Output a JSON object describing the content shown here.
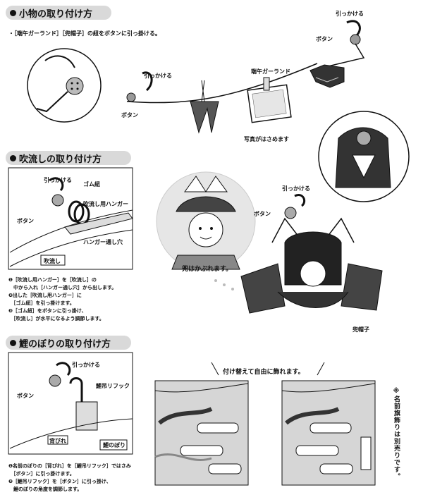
{
  "section1": {
    "header": "小物の取り付け方",
    "bullet": "・［端午ガーランド］［兜帽子］の紐をボタンに引っ掛ける。",
    "hook_label_top": "引っかける",
    "button_label_top": "ボタン",
    "hook_label_mid": "引っかける",
    "button_label_mid": "ボタン",
    "garland_label": "端午ガーランド",
    "photo_label": "写真がはさめます"
  },
  "section2": {
    "header": "吹流しの取り付け方",
    "hook_label": "引っかける",
    "rubber_label": "ゴム紐",
    "hanger_label": "吹流し用ハンガー",
    "button_label": "ボタン",
    "hole_label": "ハンガー通し穴",
    "streamer_label": "吹流し",
    "steps": [
      "❶［吹流し用ハンガー］を［吹流し］の",
      "　中から入れ［ハンガー通し穴］から出します。",
      "❷出した［吹流し用ハンガー］に",
      "　［ゴム紐］を引っ掛けます。",
      "❸［ゴム紐］をボタンに引っ掛け、",
      "　［吹流し］が水平になるよう調節します。"
    ]
  },
  "kabuto": {
    "hook_label": "引っかける",
    "button_label": "ボタン",
    "bubble_text": "兜はかぶれます。",
    "kabuto_label": "兜帽子"
  },
  "section3": {
    "header": "鯉のぼりの取り付け方",
    "hook_label": "引っかける",
    "button_label": "ボタン",
    "hook_part_label": "鯉吊リフック",
    "back_label": "背びれ",
    "carp_label": "鯉のぼり",
    "steps": [
      "❶名前のぼりの［背びれ］を［鯉吊リフック］ではさみ",
      "　［ボタン］に引っ掛けます。",
      "❷［鯉吊リフック］を［ボタン］に引っ掛け、",
      "　鯉のぼりの角度を調節します。"
    ]
  },
  "rearrange": {
    "caption": "付け替えて自由に飾れます。",
    "side_note": "※名前旗飾りは別売りです。"
  }
}
